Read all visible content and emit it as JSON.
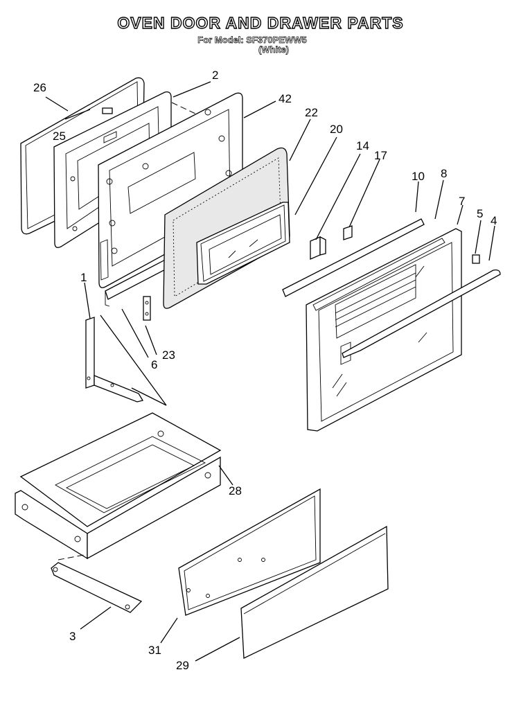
{
  "header": {
    "title": "OVEN DOOR AND DRAWER PARTS",
    "model_line": "For Model: SF370PEWW5",
    "color_line": "(White)"
  },
  "callouts": {
    "c1": "1",
    "c2": "2",
    "c3": "3",
    "c4": "4",
    "c5": "5",
    "c6": "6",
    "c7": "7",
    "c8": "8",
    "c10": "10",
    "c14": "14",
    "c17": "17",
    "c20": "20",
    "c22": "22",
    "c23": "23",
    "c25": "25",
    "c26": "26",
    "c28": "28",
    "c29": "29",
    "c31": "31",
    "c42": "42"
  }
}
